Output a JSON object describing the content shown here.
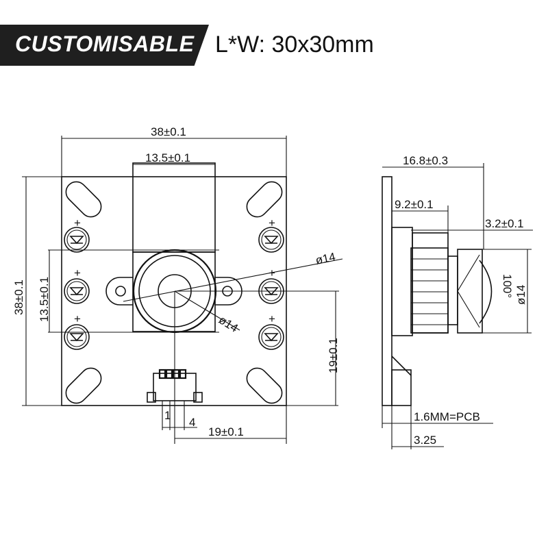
{
  "banner": {
    "badge": "CUSTOMISABLE",
    "size": "L*W: 30x30mm"
  },
  "front_view": {
    "board_width": "38±0.1",
    "lens_holder_width": "13.5±0.1",
    "board_height": "38±0.1",
    "lens_holder_height": "13.5±0.1",
    "lens_diameter_outer": "ø14",
    "lens_diameter_inner": "ø14",
    "center_to_bottom": "19±0.1",
    "center_to_right": "19±0.1",
    "pin_1": "1",
    "pin_4": "4",
    "led_plus": "+"
  },
  "side_view": {
    "overall_depth": "16.8±0.3",
    "holder_depth": "9.2±0.1",
    "lens_depth": "3.2±0.1",
    "angle": "100°",
    "lens_diameter": "ø14",
    "pcb": "1.6MM=PCB",
    "connector": "3.25"
  }
}
